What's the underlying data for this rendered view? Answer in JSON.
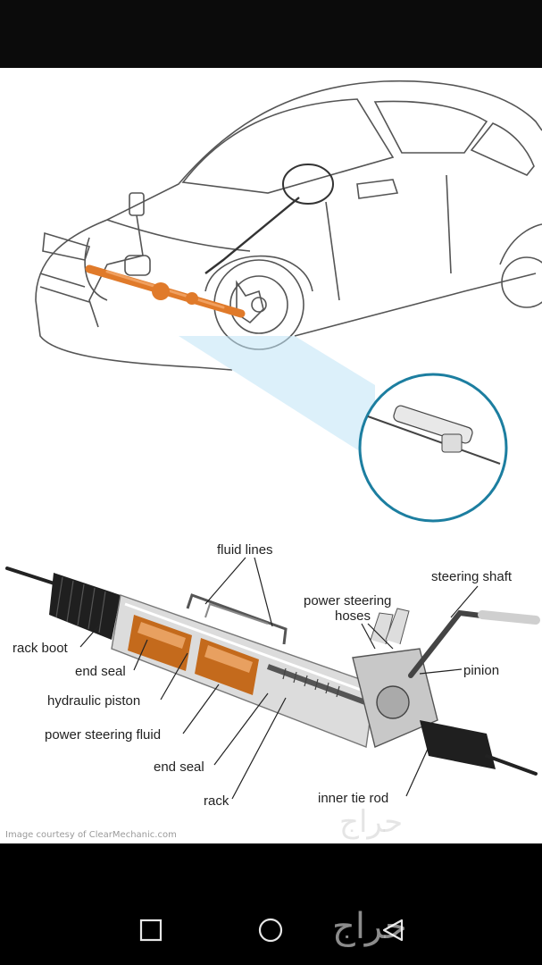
{
  "diagram": {
    "labels": {
      "fluid_lines": "fluid lines",
      "steering_shaft": "steering shaft",
      "power_steering_hoses_1": "power steering",
      "power_steering_hoses_2": "hoses",
      "rack_boot": "rack boot",
      "pinion": "pinion",
      "end_seal_top": "end seal",
      "hydraulic_piston": "hydraulic piston",
      "power_steering_fluid": "power steering fluid",
      "end_seal_bottom": "end seal",
      "rack": "rack",
      "inner_tie_rod": "inner tie rod"
    },
    "credit": "Image courtesy of ClearMechanic.com",
    "watermark": "حراج"
  },
  "navbar": {
    "watermark": "حراج"
  },
  "colors": {
    "accent_orange": "#e07a2a",
    "lens_circle": "#1c7ea0",
    "highlight_blue": "#bfe3f5"
  },
  "icons": [
    "square-recent-icon",
    "circle-home-icon",
    "triangle-back-icon"
  ]
}
